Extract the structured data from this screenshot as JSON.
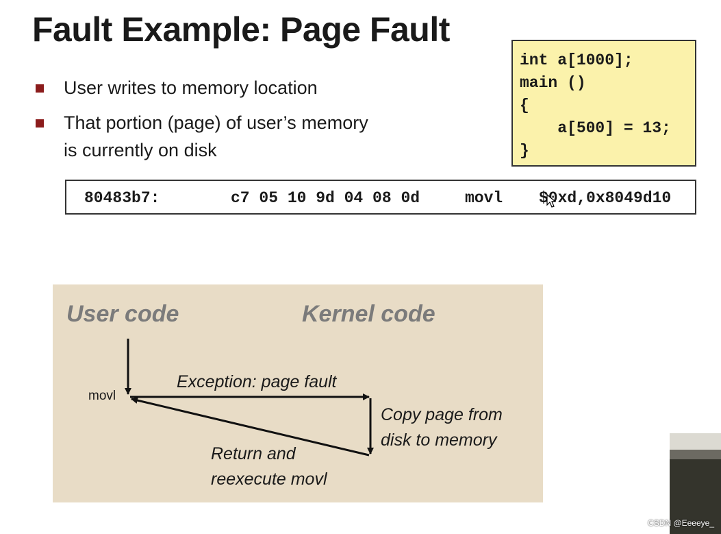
{
  "title": "Fault Example: Page Fault",
  "bullets": [
    {
      "lines": [
        "User writes to memory location"
      ]
    },
    {
      "lines": [
        "That portion (page) of user’s memory",
        "is currently on disk"
      ]
    }
  ],
  "code": {
    "lines": [
      "int a[1000];",
      "main ()",
      "{",
      "    a[500] = 13;",
      "}"
    ]
  },
  "assembly": {
    "address": "80483b7:",
    "bytes": "c7 05 10 9d 04 08 0d",
    "mnemonic": "movl",
    "operands": "$0xd,0x8049d10"
  },
  "diagram": {
    "user_header": "User code",
    "kernel_header": "Kernel code",
    "instruction": "movl",
    "exception_label": "Exception: page fault",
    "copy_label_line1": "Copy page from",
    "copy_label_line2": "disk to memory",
    "return_label_line1": "Return and",
    "return_label_line2": "reexecute movl"
  },
  "watermark": "CSDN @Eeeeye_",
  "colors": {
    "bullet_marker": "#8b1c1c",
    "code_box_bg": "#fbf2ab",
    "diagram_bg": "#e8dcc6",
    "diagram_header": "#7b7b7b"
  }
}
